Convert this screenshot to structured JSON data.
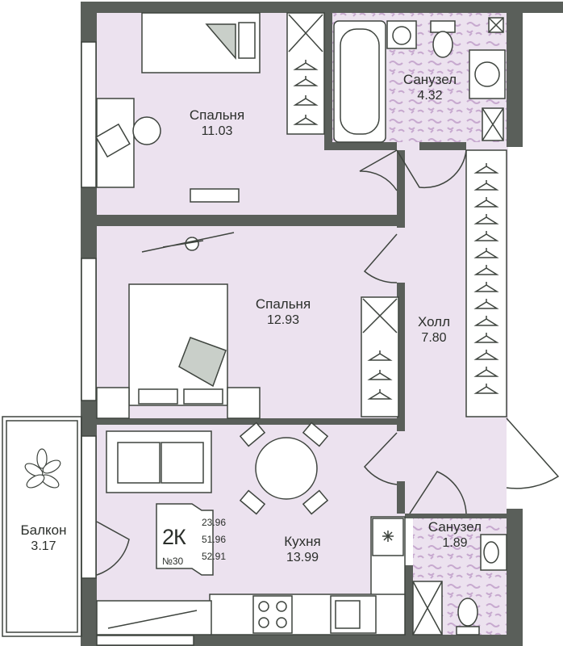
{
  "colors": {
    "room_fill": "#ece2ef",
    "wall": "#5a5f5a",
    "line": "#3e443e",
    "bath_pattern": "#c7a9cf"
  },
  "rooms": {
    "bedroom1": {
      "name": "Спальня",
      "area": "11.03"
    },
    "bathroom1": {
      "name": "Санузел",
      "area": "4.32"
    },
    "bedroom2": {
      "name": "Спальня",
      "area": "12.93"
    },
    "hall": {
      "name": "Холл",
      "area": "7.80"
    },
    "balcony": {
      "name": "Балкон",
      "area": "3.17"
    },
    "kitchen": {
      "name": "Кухня",
      "area": "13.99"
    },
    "bathroom2": {
      "name": "Санузел",
      "area": "1.89"
    }
  },
  "apartment": {
    "type": "2К",
    "number": "№30",
    "areas": [
      "23.96",
      "51.96",
      "52.91"
    ]
  }
}
